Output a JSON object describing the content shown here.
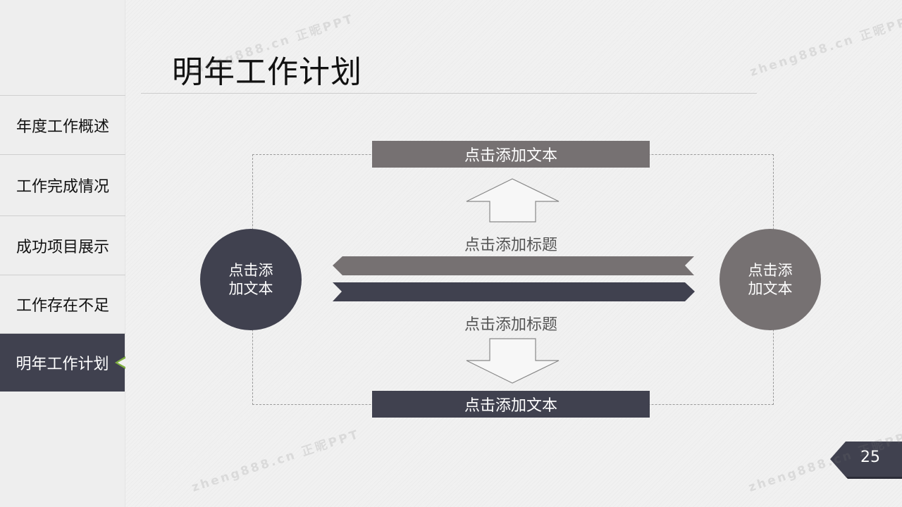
{
  "sidebar": {
    "items": [
      {
        "label": "年度工作概述"
      },
      {
        "label": "工作完成情况"
      },
      {
        "label": "成功项目展示"
      },
      {
        "label": "工作存在不足"
      },
      {
        "label": "明年工作计划",
        "active": true
      }
    ]
  },
  "page": {
    "title": "明年工作计划",
    "number": "25"
  },
  "diagram": {
    "top_bar": "点击添加文本",
    "bottom_bar": "点击添加文本",
    "left_circle": "点击添加文本",
    "right_circle": "点击添加文本",
    "upper_label": "点击添加标题",
    "lower_label": "点击添加标题"
  },
  "watermark": {
    "text": "zheng888.cn 正昵PPT"
  },
  "colors": {
    "dark": "#40414f",
    "gray": "#767172",
    "accent": "#7fb040"
  }
}
